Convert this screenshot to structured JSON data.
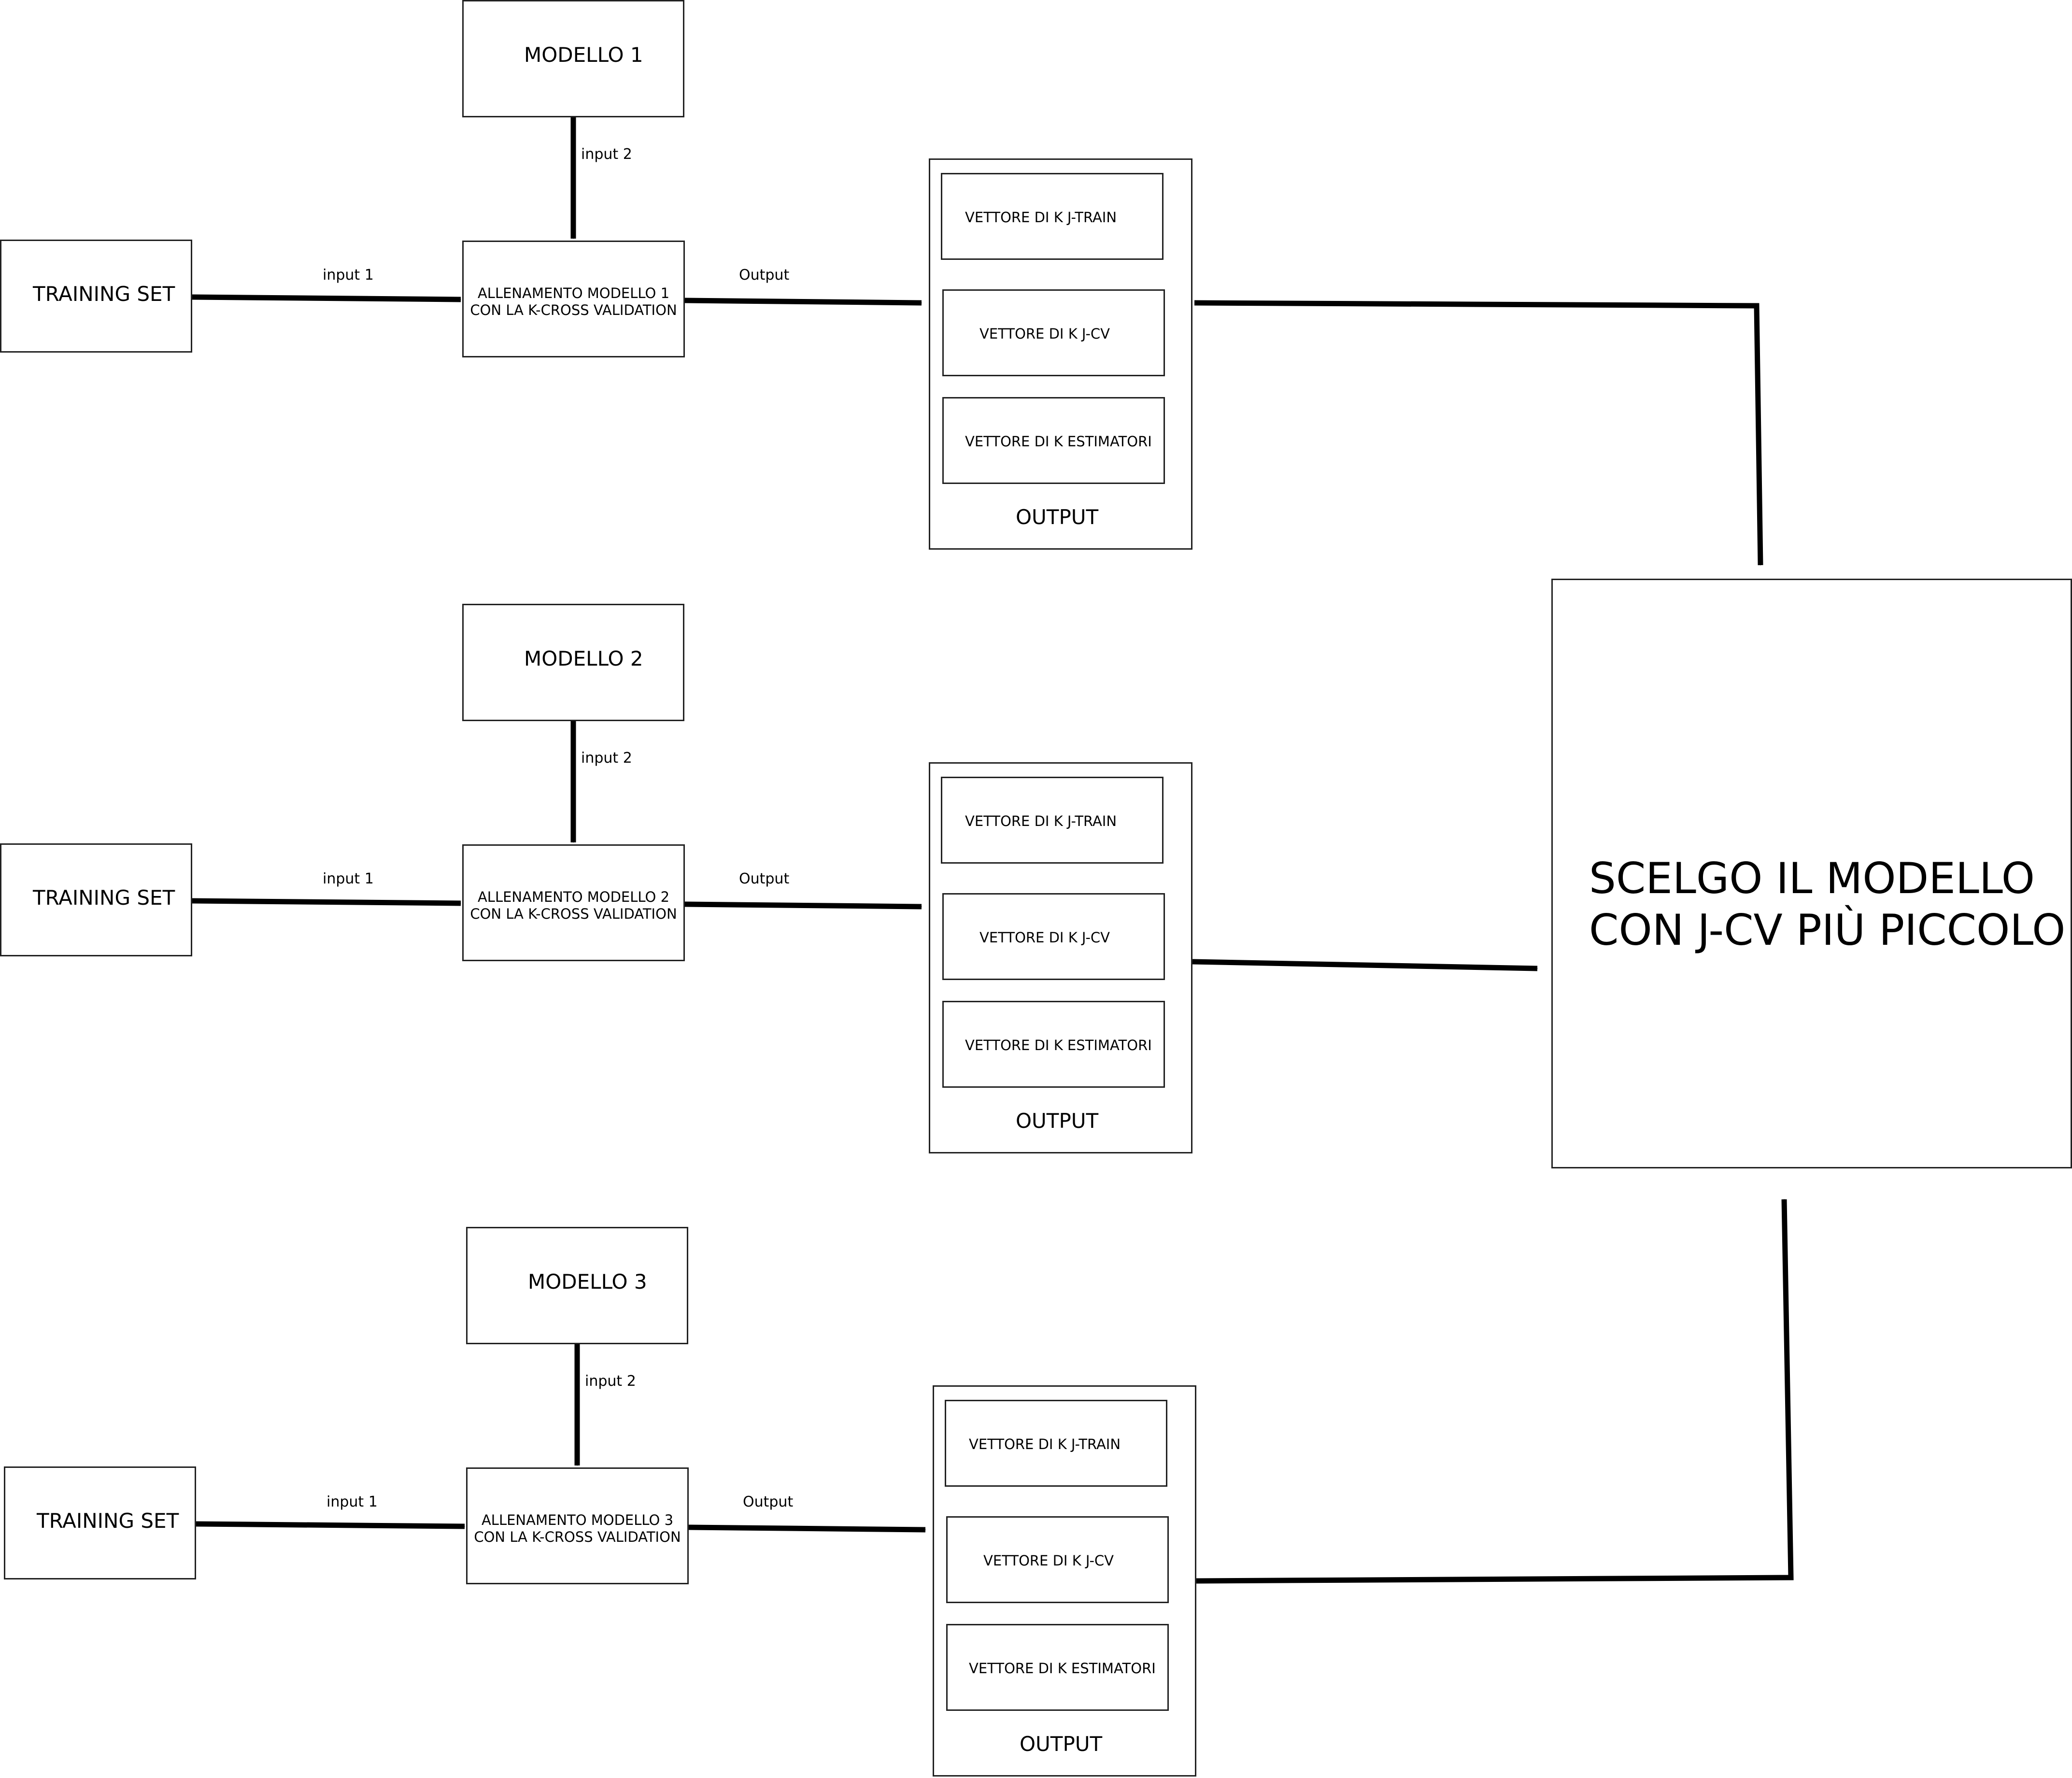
{
  "diagram": {
    "rows": [
      {
        "modello": "MODELLO 1",
        "training_set": "TRAINING SET",
        "input1": "input 1",
        "input2": "input 2",
        "allenamento": "ALLENAMENTO MODELLO 1\nCON LA K-CROSS VALIDATION",
        "output_arrow": "Output",
        "output_box": {
          "items": [
            "VETTORE DI K J-TRAIN",
            "VETTORE DI K J-CV",
            "VETTORE DI K ESTIMATORI"
          ],
          "title": "OUTPUT"
        }
      },
      {
        "modello": "MODELLO 2",
        "training_set": "TRAINING SET",
        "input1": "input 1",
        "input2": "input 2",
        "allenamento": "ALLENAMENTO MODELLO 2\nCON LA K-CROSS VALIDATION",
        "output_arrow": "Output",
        "output_box": {
          "items": [
            "VETTORE DI K J-TRAIN",
            "VETTORE DI K J-CV",
            "VETTORE DI K ESTIMATORI"
          ],
          "title": "OUTPUT"
        }
      },
      {
        "modello": "MODELLO 3",
        "training_set": "TRAINING SET",
        "input1": "input 1",
        "input2": "input 2",
        "allenamento": "ALLENAMENTO MODELLO 3\nCON LA K-CROSS VALIDATION",
        "output_arrow": "Output",
        "output_box": {
          "items": [
            "VETTORE DI K J-TRAIN",
            "VETTORE DI K J-CV",
            "VETTORE DI K ESTIMATORI"
          ],
          "title": "OUTPUT"
        }
      }
    ],
    "final": "SCELGO IL MODELLO\nCON J-CV PIÙ PICCOLO"
  }
}
